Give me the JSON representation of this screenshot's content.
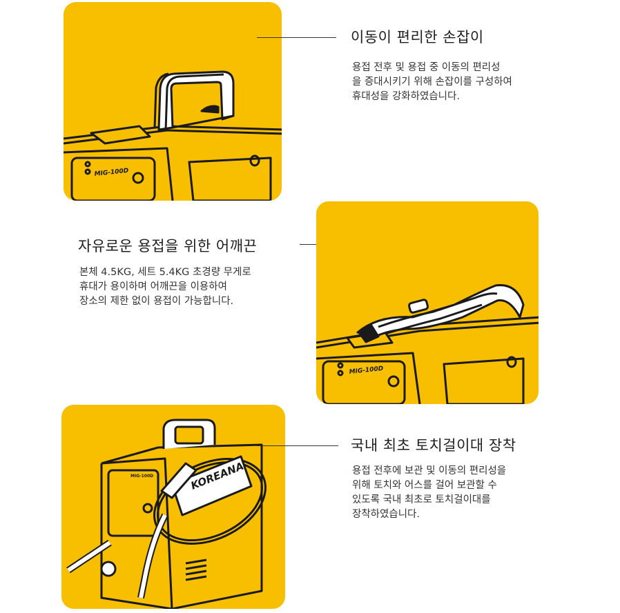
{
  "sections": [
    {
      "title": "이동이 편리한 손잡이",
      "lines": [
        "용접 전후 및 용접 중 이동의 편리성",
        "을 증대시키기 위해 손잡이를 구성하여",
        "휴대성을 강화하였습니다."
      ],
      "machine_label": "MIG-100D"
    },
    {
      "title": "자유로운 용접을 위한 어깨끈",
      "lines": [
        "본체 4.5KG, 세트 5.4KG 초경량 무게로",
        "휴대가 용이하며 어깨끈을 이용하여",
        "장소의 제한 없이 용접이 가능합니다."
      ],
      "machine_label": "MIG-100D"
    },
    {
      "title": "국내 최초 토치걸이대 장착",
      "lines": [
        "용접 전후에 보관 및 이동의 편리성을",
        "위해 토치와 어스를 걸어 보관할 수",
        "있도록 국내 최초로 토치걸이대를",
        "장착하였습니다."
      ],
      "machine_label": "MIG-100D",
      "brand_logo": "KOREANA"
    }
  ],
  "colors": {
    "panel": "#F8BE00",
    "outline": "#1a1a1a"
  }
}
